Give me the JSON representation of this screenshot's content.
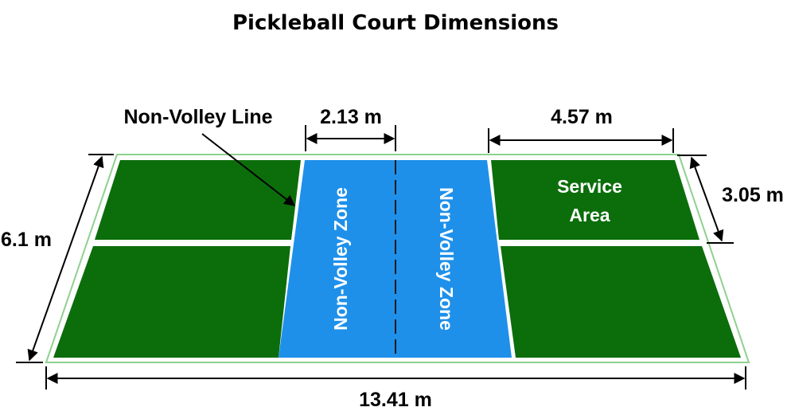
{
  "title": "Pickleball Court Dimensions",
  "labels": {
    "non_volley_line": "Non-Volley Line",
    "kitchen_width": "2.13 m",
    "service_length": "4.57 m",
    "service_width": "3.05 m",
    "court_width": "6.1 m",
    "court_length": "13.41 m",
    "zone_left": "Non-Volley Zone",
    "zone_right": "Non-Volley Zone",
    "service_area_line1": "Service",
    "service_area_line2": "Area"
  },
  "colors": {
    "court_green": "#0b6e0b",
    "kitchen_blue": "#1e90ea",
    "lines": "#ffffff",
    "outline": "#7fc77f"
  }
}
